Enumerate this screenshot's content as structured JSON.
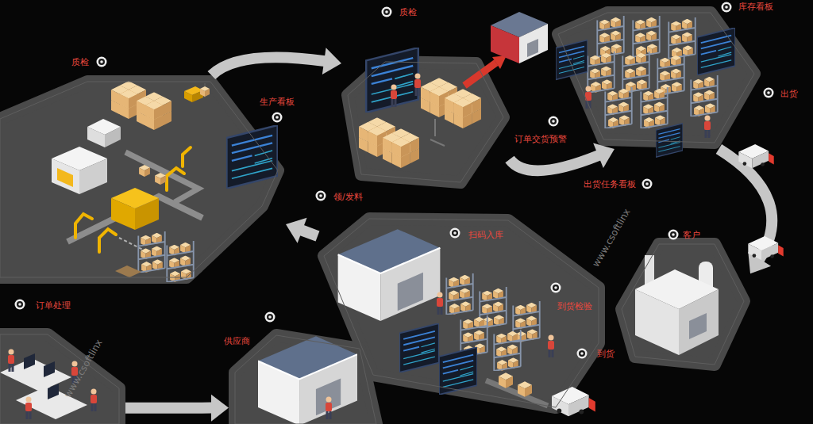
{
  "diagram": {
    "nodes": [
      {
        "text": [
          "质检",
          "生产看板"
        ]
      },
      {
        "text": [
          "质检"
        ]
      },
      {
        "text": [
          "库存看板",
          "订单交货预警",
          "出货任务看板",
          "出货"
        ]
      },
      {
        "text": [
          "客户"
        ]
      },
      {
        "text": [
          "领/发料",
          "扫码入库",
          "到货检验",
          "到货"
        ]
      },
      {
        "text": [
          "订单处理"
        ]
      },
      {
        "text": [
          "供应商"
        ]
      }
    ],
    "edges": [
      {
        "from": 0,
        "to": 1,
        "arrow": "to"
      },
      {
        "from": 1,
        "to": 2,
        "arrow": "to"
      },
      {
        "from": 2,
        "to": 3,
        "arrow": "to"
      },
      {
        "from": 4,
        "to": 0,
        "arrow": "to"
      },
      {
        "from": 5,
        "to": 6,
        "arrow": "to"
      }
    ],
    "labels": [
      "www.csoftlinx",
      "www.csoftlinx"
    ]
  }
}
